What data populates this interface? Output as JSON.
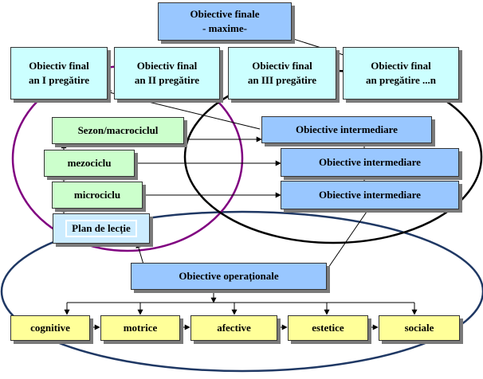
{
  "top": {
    "line1": "Obiective finale",
    "line2": "- maxime-"
  },
  "final_objectives": [
    {
      "line1": "Obiectiv final",
      "line2": "an I pregătire"
    },
    {
      "line1": "Obiectiv final",
      "line2": "an II pregătire"
    },
    {
      "line1": "Obiectiv final",
      "line2": "an III pregătire"
    },
    {
      "line1": "Obiectiv final",
      "line2": "an pregătire ...n"
    }
  ],
  "cycles": {
    "season": "Sezon/macrociclul",
    "meso": "mezociclu",
    "micro": "microciclu",
    "lesson_plan": "Plan de lecție"
  },
  "intermediate": [
    "Obiective intermediare",
    "Obiective intermediare",
    "Obiective intermediare"
  ],
  "operational": "Obiective operaționale",
  "domains": [
    "cognitive",
    "motrice",
    "afective",
    "estetice",
    "sociale"
  ],
  "colors": {
    "blue_box": "#99c7ff",
    "cyan_box": "#ccffff",
    "green_box": "#ccffcc",
    "yellow_box": "#ffff99",
    "purple_ellipse": "#800080",
    "black_ellipse": "#000000",
    "navy_ellipse": "#1f3864"
  }
}
